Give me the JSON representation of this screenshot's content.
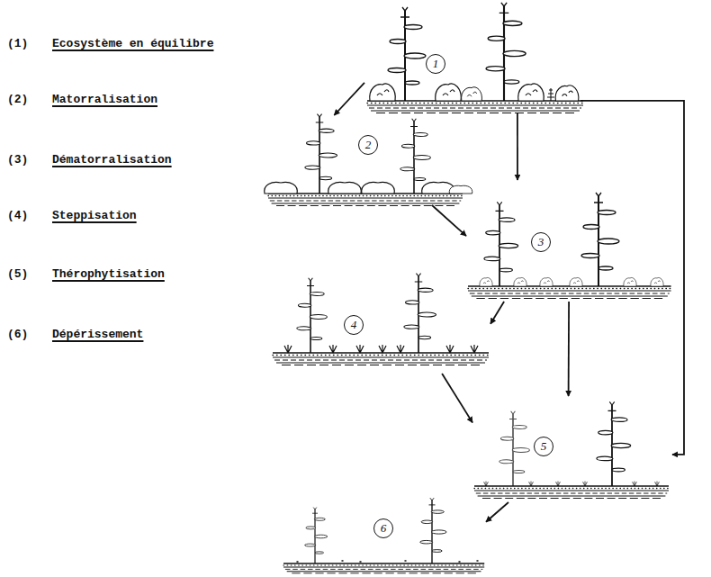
{
  "diagram": {
    "nodes": [
      {
        "text": [
          "1"
        ]
      },
      {
        "text": [
          "2"
        ]
      },
      {
        "text": [
          "3"
        ]
      },
      {
        "text": [
          "4"
        ]
      },
      {
        "text": [
          "5"
        ]
      },
      {
        "text": [
          "6"
        ]
      }
    ],
    "edges": [
      {
        "from": 0,
        "to": 1,
        "arrow": "to"
      },
      {
        "from": 0,
        "to": 2,
        "arrow": "to"
      },
      {
        "from": 1,
        "to": 2,
        "arrow": "to"
      },
      {
        "from": 2,
        "to": 3,
        "arrow": "to"
      },
      {
        "from": 2,
        "to": 4,
        "arrow": "to"
      },
      {
        "from": 3,
        "to": 4,
        "arrow": "to"
      },
      {
        "from": 0,
        "to": 4,
        "arrow": "to"
      },
      {
        "from": 4,
        "to": 5,
        "arrow": "to"
      }
    ],
    "labels": [
      "(1)",
      "Ecosystème en équilibre",
      "(2)",
      "Matorralisation",
      "(3)",
      "Dématorralisation",
      "(4)",
      "Steppisation",
      "(5)",
      "Thérophytisation",
      "(6)",
      "Dépérissement"
    ]
  }
}
